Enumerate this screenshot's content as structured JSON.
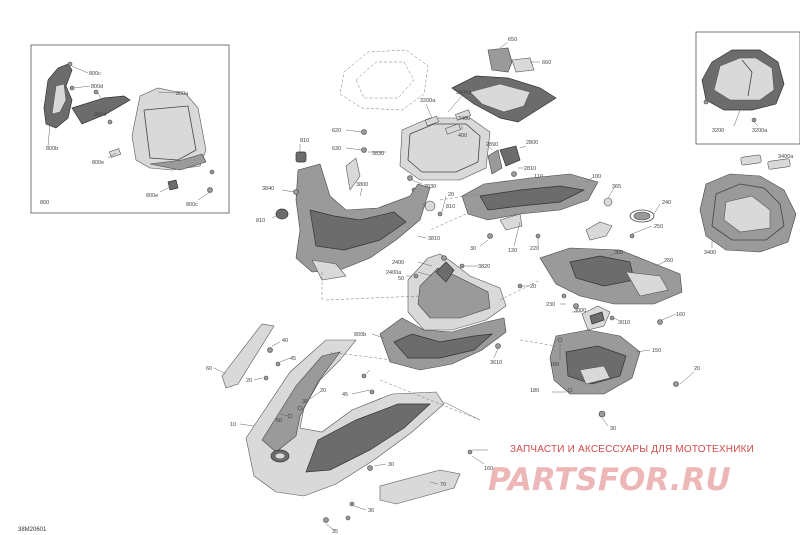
{
  "diagram": {
    "watermark_text": "ЗАПЧАСТИ И АКСЕССУАРЫ ДЛЯ МОТОТЕХНИКИ",
    "watermark_logo": "PARTSFOR.RU",
    "drawing_code": "38M20601",
    "inset_left": {
      "group_label": "800",
      "labels": {
        "a": "800a",
        "b": "800b",
        "c1": "800c",
        "c2": "800c",
        "d1": "800d",
        "d2": "800d",
        "e1": "800e",
        "e2": "800e"
      }
    },
    "inset_right_top": {
      "labels": {
        "main": "3200",
        "sub": "3200a"
      }
    },
    "inset_right_bottom": {
      "labels": {
        "main": "3400",
        "sub": "3400a"
      }
    },
    "callouts": {
      "c650": "650",
      "c660": "660",
      "c3200a": "3200a",
      "c3400a": "3400a",
      "c3400": "3400",
      "c400": "400",
      "c620": "620",
      "c630": "630",
      "c810a": "810",
      "c3830a": "3830",
      "c3830b": "3830",
      "c2800": "2800",
      "c2810": "2810",
      "c2890": "2890",
      "c110": "110",
      "c100": "100",
      "c365": "365",
      "c3840": "3840",
      "c20a": "20",
      "c3810": "3810",
      "c3800": "3800",
      "c810b": "810",
      "c810c": "810",
      "c130": "130",
      "c30a": "30",
      "c220": "220",
      "c240": "240",
      "c250": "250",
      "c360": "360",
      "c260": "260",
      "c2400": "2400",
      "c2400a": "2400a",
      "c3820": "3820",
      "c50a": "50",
      "c20b": "20",
      "c230": "230",
      "c3000": "3000",
      "c3010": "3010",
      "c800b": "800b",
      "c3610": "3610",
      "c160a": "160",
      "c150": "150",
      "c160b": "160",
      "c180": "180",
      "c20c": "20",
      "c30b": "30",
      "c40": "40",
      "c45a": "45",
      "c60": "60",
      "c20d": "20",
      "c45b": "45",
      "c20e": "20",
      "c30c": "30",
      "c10": "10",
      "c50b": "50",
      "c30d": "30",
      "c160c": "160",
      "c70": "70",
      "c36": "36",
      "c35": "35"
    }
  }
}
